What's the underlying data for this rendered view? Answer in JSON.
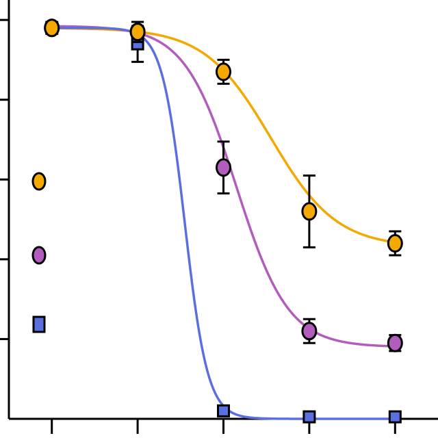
{
  "chart_data": {
    "type": "scatter",
    "xlim": [
      -0.5,
      4.5
    ],
    "ylim": [
      0,
      1.05
    ],
    "x_ticks": [
      0,
      1,
      2,
      3,
      4
    ],
    "y_ticks": [
      0.2,
      0.4,
      0.6,
      0.8,
      1.0
    ],
    "grid": false,
    "legend": "left",
    "series": [
      {
        "marker": "circle",
        "color": "#F5A800",
        "x": [
          0,
          1,
          2,
          3,
          4
        ],
        "y": [
          0.98,
          0.97,
          0.87,
          0.52,
          0.44
        ],
        "err": [
          0.015,
          0.025,
          0.03,
          0.09,
          0.03
        ],
        "fit": {
          "top": 0.98,
          "bottom": 0.43,
          "x50": 2.55,
          "slope": 2.6
        }
      },
      {
        "marker": "circle",
        "color": "#B25DBE",
        "x": [
          0,
          1,
          2,
          3,
          4
        ],
        "y": [
          0.98,
          0.97,
          0.63,
          0.22,
          0.19
        ],
        "err": [
          0.015,
          0.025,
          0.065,
          0.03,
          0.02
        ],
        "fit": {
          "top": 0.985,
          "bottom": 0.18,
          "x50": 2.15,
          "slope": 3.3
        }
      },
      {
        "marker": "square",
        "color": "#5A6FE0",
        "x": [
          0,
          1,
          2,
          3,
          4
        ],
        "y": [
          0.98,
          0.94,
          0.02,
          0.005,
          0.005
        ],
        "err": [
          0.015,
          0.045,
          0.01,
          0.005,
          0.005
        ],
        "fit": {
          "top": 0.98,
          "bottom": 0.0,
          "x50": 1.55,
          "slope": 7.5
        }
      }
    ]
  }
}
